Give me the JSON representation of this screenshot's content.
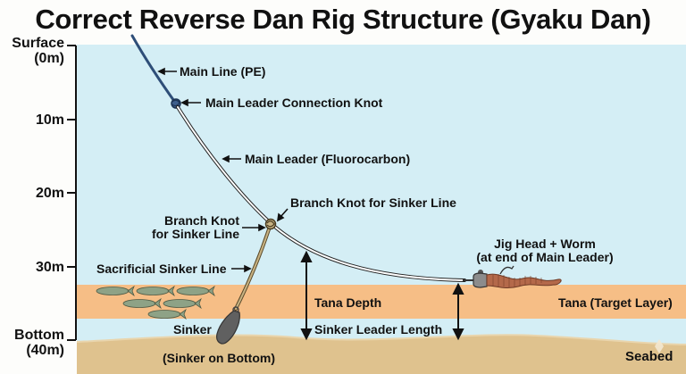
{
  "title": "Correct Reverse Dan Rig Structure (Gyaku Dan)",
  "depth_axis": {
    "ticks": [
      {
        "label_line1": "Surface",
        "label_line2": "(0m)",
        "depth_m": 0
      },
      {
        "label_line1": "10m",
        "label_line2": "",
        "depth_m": 10
      },
      {
        "label_line1": "20m",
        "label_line2": "",
        "depth_m": 20
      },
      {
        "label_line1": "30m",
        "label_line2": "",
        "depth_m": 30
      },
      {
        "label_line1": "Bottom",
        "label_line2": "(40m)",
        "depth_m": 40
      }
    ]
  },
  "labels": {
    "main_line": "Main Line (PE)",
    "connection_knot": "Main Leader Connection Knot",
    "main_leader": "Main Leader (Fluorocarbon)",
    "branch_knot_right": "Branch Knot for Sinker Line",
    "branch_knot_left_line1": "Branch Knot",
    "branch_knot_left_line2": "for Sinker Line",
    "sacrificial_line": "Sacrificial Sinker Line",
    "jig_line1": "Jig Head + Worm",
    "jig_line2": "(at end of Main Leader)",
    "tana_depth": "Tana Depth",
    "sinker_leader_length": "Sinker Leader Length",
    "tana_layer": "Tana (Target Layer)",
    "sinker": "Sinker",
    "sinker_on_bottom": "(Sinker on Bottom)",
    "seabed": "Seabed"
  },
  "colors": {
    "water": "#d4eef5",
    "tana_band": "#f6be86",
    "seabed": "#dfc28e",
    "main_line": "#2e4e78",
    "leader": "#ffffff",
    "sinker_line": "#b9a374",
    "sinker": "#5f5f5f",
    "worm": "#b4694a",
    "fish": "#8ea286"
  }
}
